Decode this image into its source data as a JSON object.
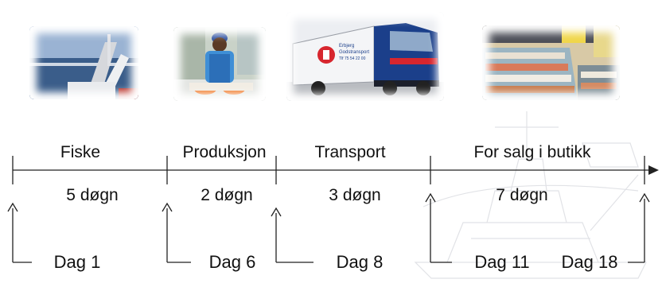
{
  "stages": [
    {
      "name": "Fiske",
      "duration": "5 døgn"
    },
    {
      "name": "Produksjon",
      "duration": "2 døgn"
    },
    {
      "name": "Transport",
      "duration": "3 døgn"
    },
    {
      "name": "For salg i butikk",
      "duration": "7 døgn"
    }
  ],
  "days": [
    "Dag 1",
    "Dag 6",
    "Dag 8",
    "Dag 11",
    "Dag 18"
  ],
  "truck_text": {
    "line1": "Erbjerg",
    "line2": "Godstransport",
    "line3": "Tlf 75 54 22 00"
  },
  "colors": {
    "line": "#222222",
    "text": "#111111",
    "truck_red": "#d7262e",
    "truck_blue": "#1b3f8a"
  }
}
